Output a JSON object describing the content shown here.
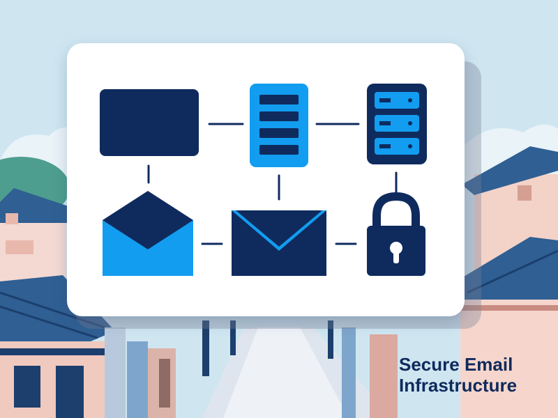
{
  "caption": {
    "line1": "Secure Email",
    "line2": "Infrastructure"
  },
  "colors": {
    "navy": "#0f2b5e",
    "bright_blue": "#129df0",
    "card_bg": "#ffffff",
    "sky": "#cfe6f1"
  },
  "diagram": {
    "nodes": [
      {
        "id": "screen",
        "icon": "monitor-icon"
      },
      {
        "id": "list-server",
        "icon": "document-list-icon"
      },
      {
        "id": "rack-server",
        "icon": "server-rack-icon"
      },
      {
        "id": "open-envelope",
        "icon": "envelope-open-icon"
      },
      {
        "id": "closed-envelope",
        "icon": "envelope-icon"
      },
      {
        "id": "padlock",
        "icon": "padlock-icon"
      }
    ],
    "edges": [
      [
        "screen",
        "list-server"
      ],
      [
        "list-server",
        "rack-server"
      ],
      [
        "screen",
        "open-envelope"
      ],
      [
        "list-server",
        "closed-envelope"
      ],
      [
        "rack-server",
        "padlock"
      ],
      [
        "open-envelope",
        "closed-envelope"
      ],
      [
        "closed-envelope",
        "padlock"
      ]
    ]
  }
}
